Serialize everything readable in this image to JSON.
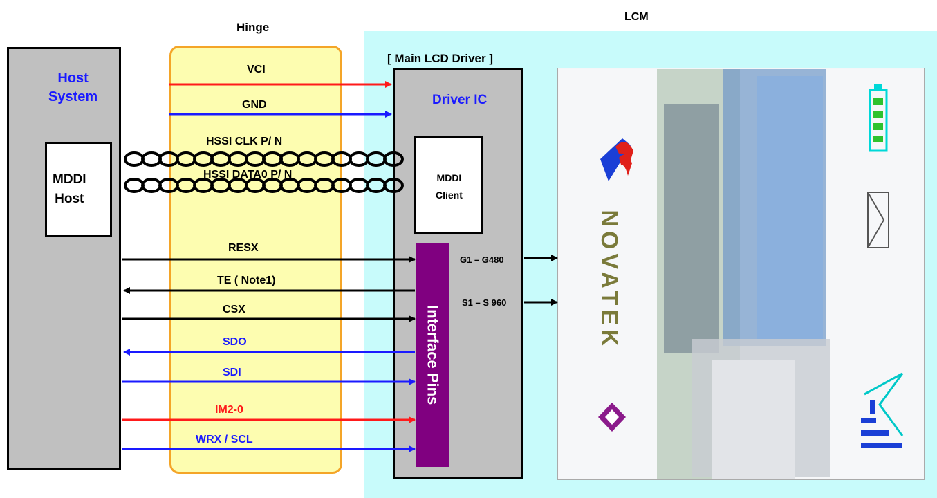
{
  "labels": {
    "lcm": "LCM",
    "hinge": "Hinge",
    "main_lcd_driver": "[ Main LCD Driver ]",
    "host_system": "Host\nSystem",
    "mddi_host": "MDDI\nHost",
    "driver_ic": "Driver IC",
    "mddi_client": "MDDI\nClient",
    "interface_pins": "Interface Pins",
    "g_range": "G1 – G480",
    "s_range": "S1 – S 960",
    "brand": "NOVATEK"
  },
  "signals": {
    "vci": "VCI",
    "gnd": "GND",
    "hssi_clk": "HSSI  CLK P/ N",
    "hssi_data": "HSSI DATA0 P/ N",
    "resx": "RESX",
    "te": "TE ( Note1)",
    "csx": "CSX",
    "sdo": "SDO",
    "sdi": "SDI",
    "im": "IM2-0",
    "wrx": "WRX /  SCL"
  },
  "colors": {
    "signal_red": "#ff1a1a",
    "signal_blue": "#1a1aff",
    "signal_black": "#000000",
    "lcm_bg": "#c8fbfb",
    "hinge_bg": "#fdfdb0",
    "hinge_border": "#f4a528",
    "box_gray": "#c0c0c0",
    "interface_purple": "#800080"
  }
}
